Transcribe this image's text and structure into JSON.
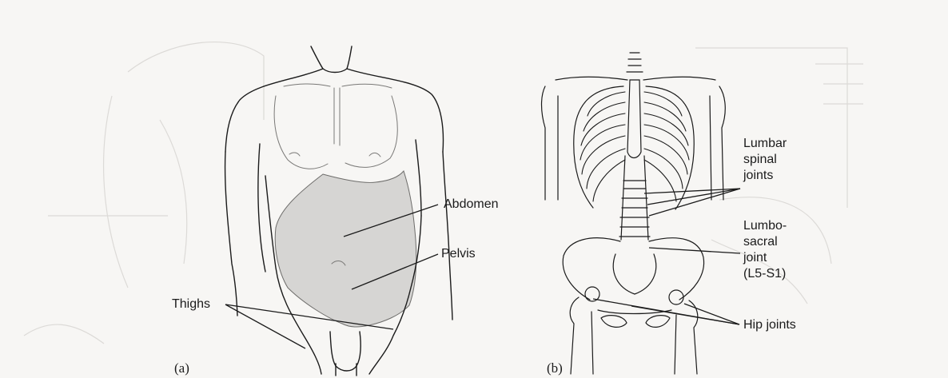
{
  "figure": {
    "panel_a": {
      "caption": "(a)",
      "labels": {
        "abdomen": "Abdomen",
        "pelvis": "Pelvis",
        "thighs": "Thighs"
      }
    },
    "panel_b": {
      "caption": "(b)",
      "labels": {
        "lumbar_spinal_joints": [
          "Lumbar",
          "spinal",
          "joints"
        ],
        "lumbosacral_joint": [
          "Lumbo-",
          "sacral",
          "joint",
          "(L5-S1)"
        ],
        "hip_joints": "Hip joints"
      }
    }
  },
  "colors": {
    "background": "#f7f6f4",
    "ink": "#1b1b1b",
    "shading": "#d3d3d1",
    "bleed_through": "#cfcecc"
  }
}
